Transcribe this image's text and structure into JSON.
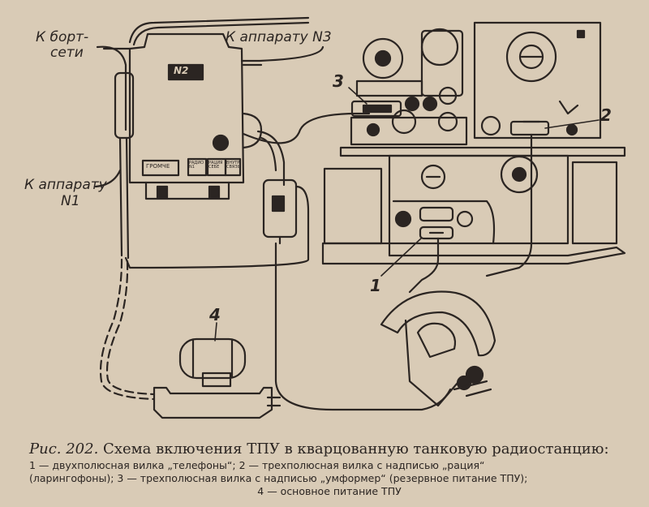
{
  "labels": {
    "k_bort_seti_line1": "К борт-",
    "k_bort_seti_line2": "сети",
    "k_apparatu_n3": "К аппарату N3",
    "k_apparatu_n1_line1": "К аппарату",
    "k_apparatu_n1_line2": "N1",
    "box_number": "N2",
    "box_sign_left": "ГРОМЧЕ",
    "box_sign_mid": "РАДИО N1",
    "box_sign_mid2": "РАЦИЯ СЕБЕ",
    "box_sign_right": "ВНУТР. СВЯЗЬ"
  },
  "callouts": {
    "one": "1",
    "two": "2",
    "three": "3",
    "four": "4"
  },
  "caption": {
    "figure": "Рис. 202.",
    "title": "Схема включения ТПУ в кварцованную танковую радиостанцию:",
    "legend_line1": "1 — двухполюсная вилка „телефоны“; 2 — трехполюсная вилка с надписью „рация“",
    "legend_line2": "(ларингофоны); 3 — трехполюсная вилка с надписью „умформер“ (резервное питание ТПУ);",
    "legend_line3": "4 — основное питание ТПУ"
  },
  "colors": {
    "paper": "#d9cbb6",
    "ink": "#2b2522"
  }
}
